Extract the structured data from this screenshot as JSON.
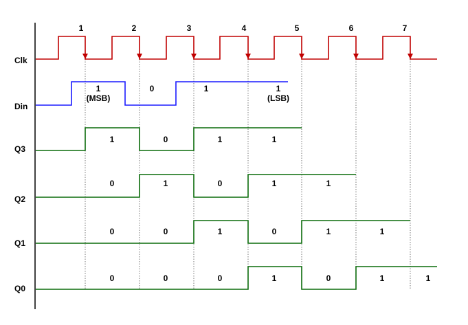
{
  "colors": {
    "clk": "#c00000",
    "din": "#1a1aff",
    "q": "#0a6b0a",
    "axis": "#000000",
    "guide": "#555555"
  },
  "clock_edges": [
    "1",
    "2",
    "3",
    "4",
    "5",
    "6",
    "7"
  ],
  "signals": [
    {
      "id": "clk",
      "label": "Clk"
    },
    {
      "id": "din",
      "label": "Din"
    },
    {
      "id": "q3",
      "label": "Q3"
    },
    {
      "id": "q2",
      "label": "Q2"
    },
    {
      "id": "q1",
      "label": "Q1"
    },
    {
      "id": "q0",
      "label": "Q0"
    }
  ],
  "din_values": [
    {
      "value": "1",
      "note": "(MSB)"
    },
    {
      "value": "0",
      "note": ""
    },
    {
      "value": "1",
      "note": ""
    },
    {
      "value": "1",
      "note": "(LSB)"
    }
  ],
  "register_values": {
    "q3": [
      "1",
      "0",
      "1",
      "1"
    ],
    "q2": [
      "0",
      "1",
      "0",
      "1",
      "1"
    ],
    "q1": [
      "0",
      "0",
      "1",
      "0",
      "1",
      "1"
    ],
    "q0": [
      "0",
      "0",
      "0",
      "1",
      "0",
      "1",
      "1"
    ]
  }
}
